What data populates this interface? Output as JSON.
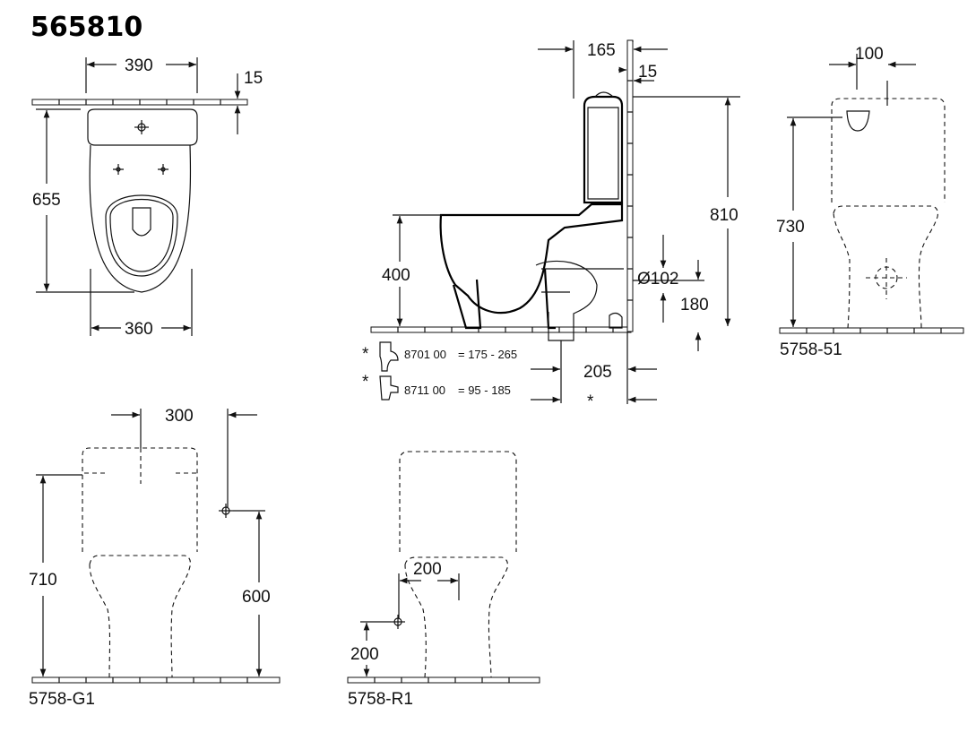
{
  "title": "565810",
  "top_view": {
    "width_top": "390",
    "wall_gap": "15",
    "depth": "655",
    "width_bottom": "360"
  },
  "side_view": {
    "cistern_depth": "165",
    "wall_gap": "15",
    "total_height": "810",
    "seat_height": "400",
    "outlet_diameter": "Ø102",
    "outlet_height": "180",
    "outlet_distance": "205",
    "asterisk": "*",
    "bend_1": {
      "mark": "*",
      "code": "8701 00",
      "range": "= 175 -  265"
    },
    "bend_2": {
      "mark": "*",
      "code": "8711 00",
      "range": "=  95 -  185"
    }
  },
  "variant_51": {
    "offset": "100",
    "height": "730",
    "label": "5758-51"
  },
  "variant_G1": {
    "offset": "300",
    "height": "710",
    "connection_height": "600",
    "label": "5758-G1"
  },
  "variant_R1": {
    "offset": "200",
    "connection_height": "200",
    "label": "5758-R1"
  }
}
